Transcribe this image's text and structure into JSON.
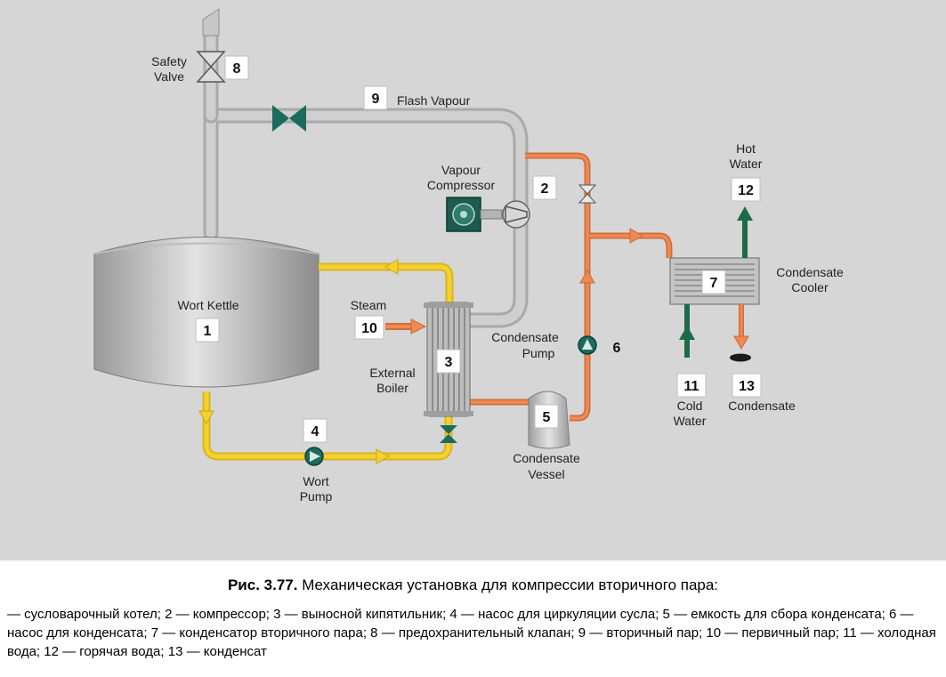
{
  "diagram": {
    "labels": {
      "safety_valve": [
        "Safety",
        "Valve"
      ],
      "flash_vapour": "Flash Vapour",
      "vapour_compressor": [
        "Vapour",
        "Compressor"
      ],
      "hot_water": [
        "Hot",
        "Water"
      ],
      "condensate_cooler": [
        "Condensate",
        "Cooler"
      ],
      "wort_kettle": "Wort Kettle",
      "steam": "Steam",
      "condensate_pump": [
        "Condensate",
        "Pump"
      ],
      "external_boiler": [
        "External",
        "Boiler"
      ],
      "cold_water": [
        "Cold",
        "Water"
      ],
      "condensate": "Condensate",
      "condensate_vessel": [
        "Condensate",
        "Vessel"
      ],
      "wort_pump": [
        "Wort",
        "Pump"
      ]
    },
    "numbers": {
      "n1": "1",
      "n2": "2",
      "n3": "3",
      "n4": "4",
      "n5": "5",
      "n6": "6",
      "n7": "7",
      "n8": "8",
      "n9": "9",
      "n10": "10",
      "n11": "11",
      "n12": "12",
      "n13": "13"
    },
    "colors": {
      "background": "#d6d6d6",
      "pipe_gray": "#c4c4c4",
      "pipe_yellow": "#f2d22e",
      "pipe_orange": "#ef8a55",
      "arrow_green": "#1d6a48",
      "valve_green": "#1b6b5e"
    }
  },
  "caption": {
    "figure_label": "Рис. 3.77.",
    "title": "Механическая установка для компрессии вторичного пара:",
    "legend": "— сусловарочный котел; 2 — компрессор; 3 — выносной кипятильник; 4 — насос для циркуляции сусла; 5 — емкость для сбора конденсата; 6 — насос для конденсата; 7 — конденсатор вторичного пара; 8 — предохранительный клапан; 9 — вторичный пар; 10 — первичный пар; 11 — холодная вода; 12 — горячая вода; 13 — конденсат"
  }
}
